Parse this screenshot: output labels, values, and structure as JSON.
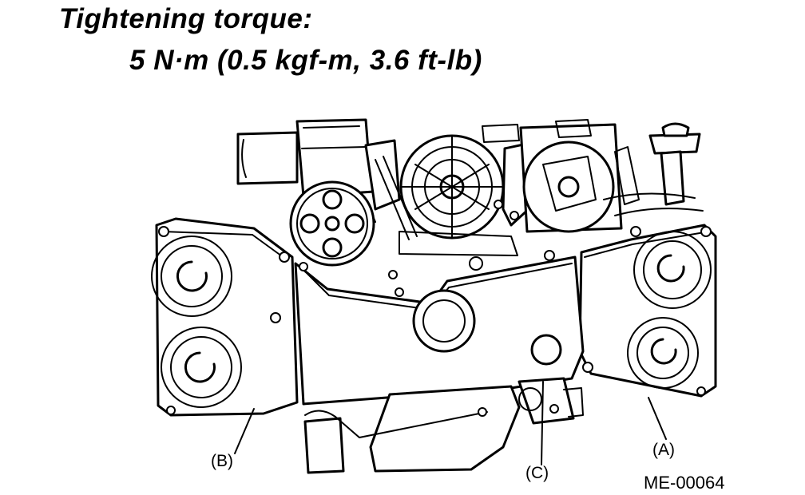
{
  "heading": {
    "title": "Tightening torque:",
    "torque_value": "5 N·m (0.5 kgf-m, 3.6 ft-lb)"
  },
  "callouts": {
    "a": "(A)",
    "b": "(B)",
    "c": "(C)"
  },
  "figure_id": "ME-00064"
}
